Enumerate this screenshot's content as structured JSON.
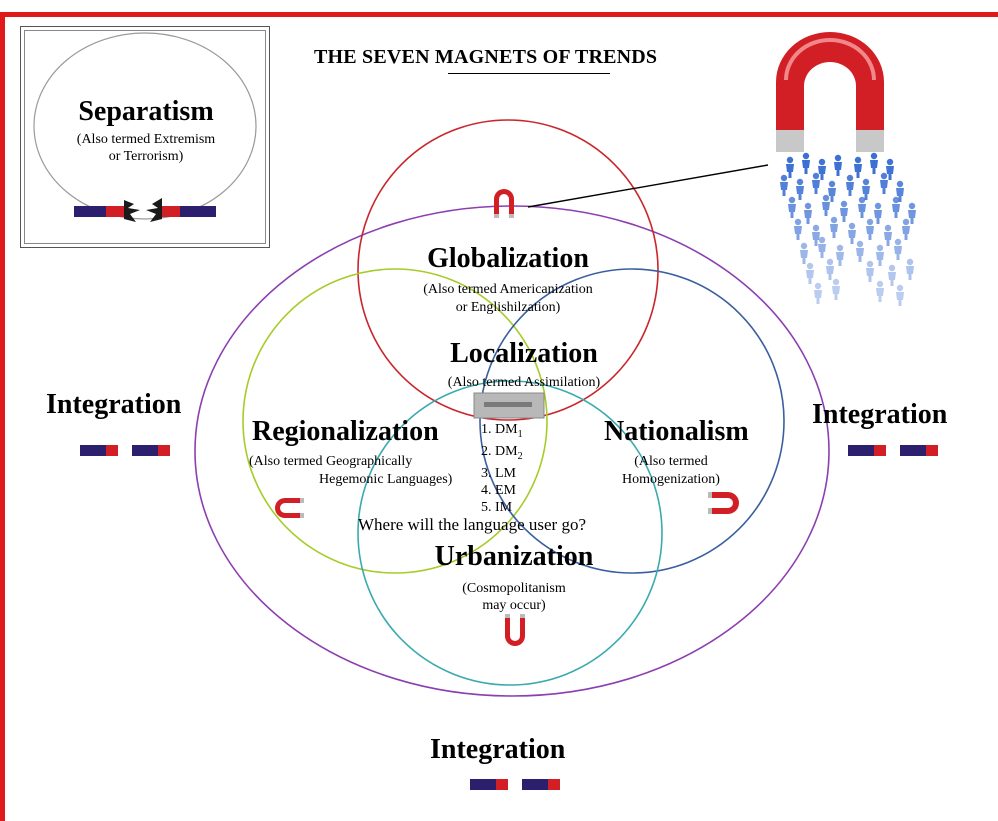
{
  "title": "THE SEVEN MAGNETS OF TRENDS",
  "separatism": {
    "label": "Separatism",
    "note_line1": "(Also termed Extremism",
    "note_line2": "or Terrorism)"
  },
  "globalization": {
    "label": "Globalization",
    "note_line1": "(Also termed Americanization",
    "note_line2": "or Englishilzation)"
  },
  "localization": {
    "label": "Localization",
    "note_line1": "(Also termed Assimilation)"
  },
  "regionalization": {
    "label": "Regionalization",
    "note_line1": "(Also termed Geographically",
    "note_line2": "Hegemonic Languages)"
  },
  "nationalism": {
    "label": "Nationalism",
    "note_line1": "(Also termed",
    "note_line2": "Homogenization)"
  },
  "urbanization": {
    "label": "Urbanization",
    "note_line1": "(Cosmopolitanism",
    "note_line2": "may occur)"
  },
  "integration": {
    "left": "Integration",
    "right": "Integration",
    "bottom": "Integration"
  },
  "modes": [
    {
      "num": "1. DM",
      "sub": "1"
    },
    {
      "num": "2. DM",
      "sub": "2"
    },
    {
      "num": "3. LM",
      "sub": ""
    },
    {
      "num": "4. EM",
      "sub": ""
    },
    {
      "num": "5. IM",
      "sub": ""
    }
  ],
  "question": "Where will the language user go?",
  "colors": {
    "frame": "#e01a1a",
    "globalization_circle": "#c8262b",
    "regionalization_circle": "#a6cc2a",
    "nationalism_circle": "#3a5fa0",
    "urbanization_circle": "#3aaab0",
    "integration_ellipse": "#8b3fb0",
    "magnet_red": "#d21f26",
    "bar_navy": "#2b1f6e",
    "bar_red": "#d21f26",
    "people_blue": "#3b6fd4"
  },
  "icons": {
    "magnet": "horseshoe-magnet-icon",
    "people": "people-cluster-icon",
    "breaking_bar": "broken-magnet-icon",
    "bar_magnet": "bar-magnet-icon"
  }
}
